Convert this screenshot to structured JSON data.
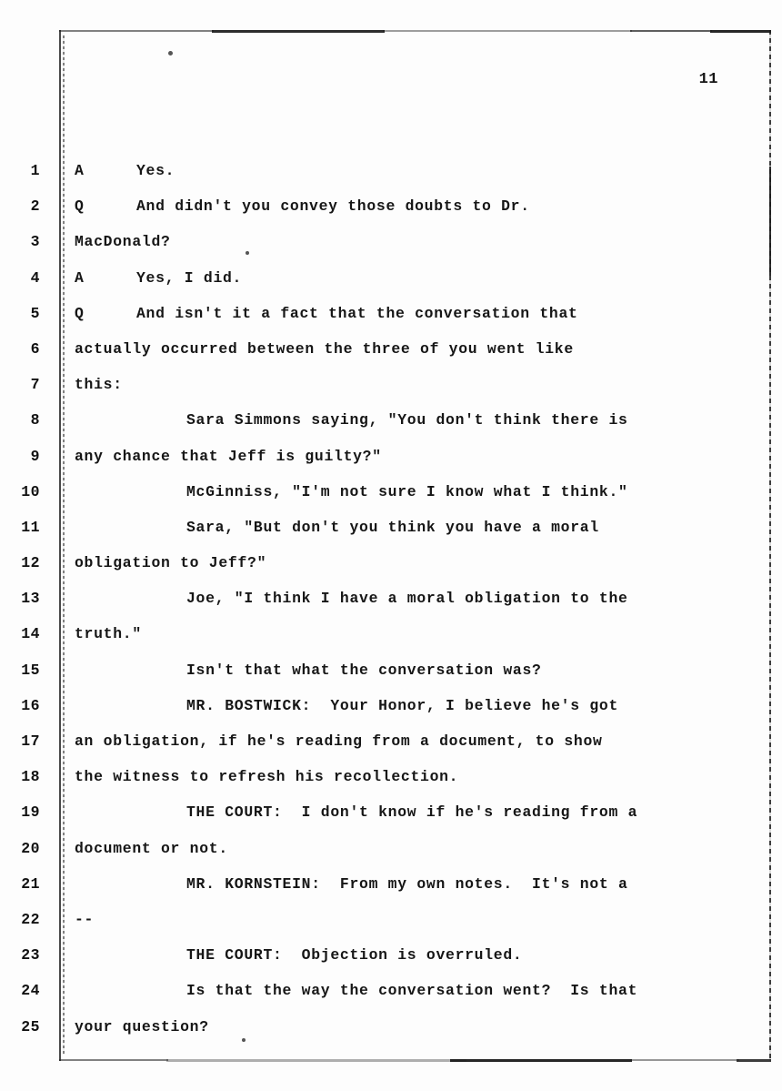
{
  "document": {
    "type": "court-transcript-page",
    "page_number": "11",
    "line_count": 25
  },
  "lines": [
    {
      "number": "1",
      "tag": "A",
      "text": "Yes.",
      "indent": false
    },
    {
      "number": "2",
      "tag": "Q",
      "text": "And didn't you convey those doubts to Dr.",
      "indent": false
    },
    {
      "number": "3",
      "tag": "",
      "text": "MacDonald?",
      "indent": false
    },
    {
      "number": "4",
      "tag": "A",
      "text": "Yes, I did.",
      "indent": false
    },
    {
      "number": "5",
      "tag": "Q",
      "text": "And isn't it a fact that the conversation that",
      "indent": false
    },
    {
      "number": "6",
      "tag": "",
      "text": "actually occurred between the three of you went like",
      "indent": false
    },
    {
      "number": "7",
      "tag": "",
      "text": "this:",
      "indent": false
    },
    {
      "number": "8",
      "tag": "",
      "text": "Sara Simmons saying, \"You don't think there is",
      "indent": true
    },
    {
      "number": "9",
      "tag": "",
      "text": "any chance that Jeff is guilty?\"",
      "indent": false
    },
    {
      "number": "10",
      "tag": "",
      "text": "McGinniss, \"I'm not sure I know what I think.\"",
      "indent": true
    },
    {
      "number": "11",
      "tag": "",
      "text": "Sara, \"But don't you think you have a moral",
      "indent": true
    },
    {
      "number": "12",
      "tag": "",
      "text": "obligation to Jeff?\"",
      "indent": false
    },
    {
      "number": "13",
      "tag": "",
      "text": "Joe, \"I think I have a moral obligation to the",
      "indent": true
    },
    {
      "number": "14",
      "tag": "",
      "text": "truth.\"",
      "indent": false
    },
    {
      "number": "15",
      "tag": "",
      "text": "Isn't that what the conversation was?",
      "indent": true
    },
    {
      "number": "16",
      "tag": "",
      "text": "MR. BOSTWICK:  Your Honor, I believe he's got",
      "indent": true
    },
    {
      "number": "17",
      "tag": "",
      "text": "an obligation, if he's reading from a document, to show",
      "indent": false
    },
    {
      "number": "18",
      "tag": "",
      "text": "the witness to refresh his recollection.",
      "indent": false
    },
    {
      "number": "19",
      "tag": "",
      "text": "THE COURT:  I don't know if he's reading from a",
      "indent": true
    },
    {
      "number": "20",
      "tag": "",
      "text": "document or not.",
      "indent": false
    },
    {
      "number": "21",
      "tag": "",
      "text": "MR. KORNSTEIN:  From my own notes.  It's not a",
      "indent": true
    },
    {
      "number": "22",
      "tag": "",
      "text": "--",
      "indent": false
    },
    {
      "number": "23",
      "tag": "",
      "text": "THE COURT:  Objection is overruled.",
      "indent": true
    },
    {
      "number": "24",
      "tag": "",
      "text": "Is that the way the conversation went?  Is that",
      "indent": true
    },
    {
      "number": "25",
      "tag": "",
      "text": "your question?",
      "indent": false
    }
  ],
  "colors": {
    "paper": "#fdfdfd",
    "ink": "#161616",
    "rule": "#1b1b1b"
  }
}
